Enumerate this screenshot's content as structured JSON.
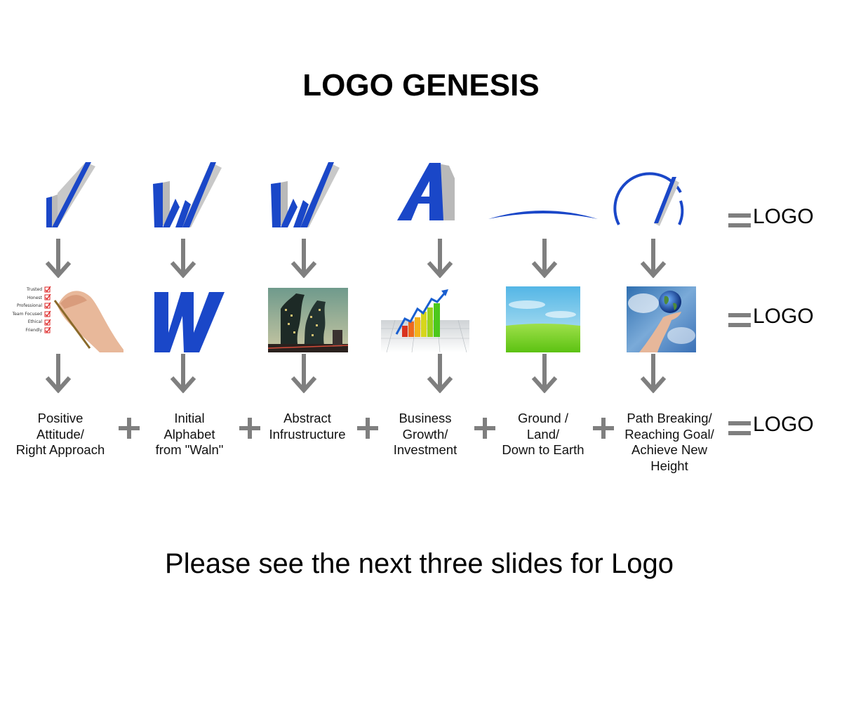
{
  "title": "LOGO GENESIS",
  "footer": "Please see the next three slides for Logo",
  "equals_word": "LOGO",
  "checklist": [
    "Trusted",
    "Honest",
    "Professional",
    "Team Focused",
    "Ethical",
    "Friendly"
  ],
  "columns": [
    {
      "label": "Positive\nAttitude/\nRight Approach",
      "picture": "hand-writing-checklist-picture",
      "logo_part": "tick-mark"
    },
    {
      "label": "Initial\nAlphabet\nfrom \"Waln\"",
      "picture": "blue-w-letter-picture",
      "logo_part": "w-letter"
    },
    {
      "label": "Abstract\nInfrustructure",
      "picture": "twisted-towers-picture",
      "logo_part": "w-letter"
    },
    {
      "label": "Business\nGrowth/\nInvestment",
      "picture": "growth-bar-chart-picture",
      "logo_part": "a-letter"
    },
    {
      "label": "Ground /\nLand/\nDown to Earth",
      "picture": "green-field-picture",
      "logo_part": "ground-arc"
    },
    {
      "label": "Path Breaking/\nReaching Goal/\nAchieve New\nHeight",
      "picture": "globe-in-hand-picture",
      "logo_part": "circle-with-slash"
    }
  ],
  "colors": {
    "logo_blue": "#1a47c8",
    "logo_gray": "#b9b9b9",
    "connector_gray": "#7f7f7f"
  }
}
